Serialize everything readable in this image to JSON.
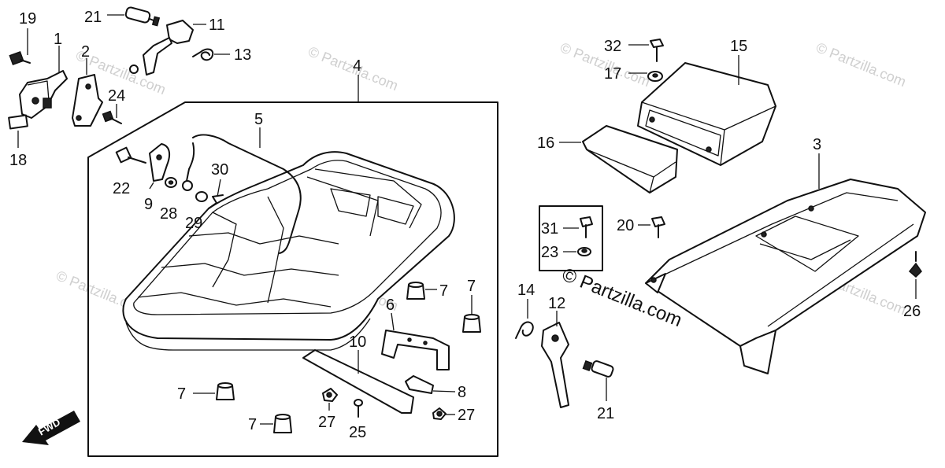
{
  "watermark": {
    "faded_text": "© Partzilla.com",
    "main_text": "© Partzilla.com"
  },
  "direction_marker": "FWD",
  "callouts": {
    "c1": "1",
    "c2": "2",
    "c3": "3",
    "c4": "4",
    "c5": "5",
    "c6": "6",
    "c7a": "7",
    "c7b": "7",
    "c7c": "7",
    "c7d": "7",
    "c8": "8",
    "c9": "9",
    "c10": "10",
    "c11": "11",
    "c12": "12",
    "c13": "13",
    "c14": "14",
    "c15": "15",
    "c16": "16",
    "c17": "17",
    "c18": "18",
    "c19": "19",
    "c20": "20",
    "c21a": "21",
    "c21b": "21",
    "c22": "22",
    "c23": "23",
    "c24": "24",
    "c25": "25",
    "c26": "26",
    "c27a": "27",
    "c27b": "27",
    "c28": "28",
    "c29": "29",
    "c30": "30",
    "c31": "31",
    "c32": "32"
  }
}
